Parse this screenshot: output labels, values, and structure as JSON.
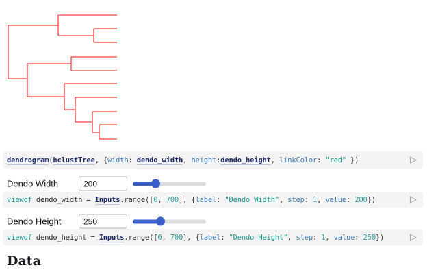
{
  "icons": {
    "run": "▷"
  },
  "colors": {
    "link_color": "#fa4040",
    "slider_accent": "#3a5fc8",
    "cell_bg": "#f4f4f4"
  },
  "chart_data": {
    "type": "dendrogram",
    "link_color_name": "red",
    "leaf_count": 10,
    "segments": [
      [
        12,
        37,
        12,
        115
      ],
      [
        12,
        37,
        85,
        37
      ],
      [
        12,
        115,
        40,
        115
      ],
      [
        85,
        22,
        85,
        52
      ],
      [
        85,
        22,
        171,
        22
      ],
      [
        85,
        52,
        137,
        52
      ],
      [
        137,
        42,
        137,
        62
      ],
      [
        137,
        42,
        171,
        42
      ],
      [
        137,
        62,
        171,
        62
      ],
      [
        40,
        93,
        40,
        141
      ],
      [
        40,
        93,
        104,
        93
      ],
      [
        104,
        83,
        104,
        103
      ],
      [
        104,
        83,
        171,
        83
      ],
      [
        104,
        103,
        171,
        103
      ],
      [
        40,
        141,
        94,
        141
      ],
      [
        94,
        122,
        94,
        160
      ],
      [
        94,
        122,
        171,
        122
      ],
      [
        94,
        160,
        110,
        160
      ],
      [
        110,
        142,
        110,
        178
      ],
      [
        110,
        142,
        171,
        142
      ],
      [
        110,
        178,
        135,
        178
      ],
      [
        135,
        163,
        135,
        193
      ],
      [
        135,
        163,
        171,
        163
      ],
      [
        135,
        193,
        145,
        193
      ],
      [
        145,
        182,
        145,
        203
      ],
      [
        145,
        182,
        171,
        182
      ],
      [
        145,
        203,
        171,
        203
      ]
    ]
  },
  "cells": [
    {
      "name": "dendrogram-call",
      "tokens": [
        {
          "c": "ref",
          "t": "dendrogram"
        },
        {
          "c": "plain",
          "t": "("
        },
        {
          "c": "ref",
          "t": "hclustTree"
        },
        {
          "c": "plain",
          "t": ", {"
        },
        {
          "c": "prop",
          "t": "width"
        },
        {
          "c": "plain",
          "t": ": "
        },
        {
          "c": "ref",
          "t": "dendo_width"
        },
        {
          "c": "plain",
          "t": ", "
        },
        {
          "c": "prop",
          "t": "height"
        },
        {
          "c": "plain",
          "t": ":"
        },
        {
          "c": "ref",
          "t": "dendo_height"
        },
        {
          "c": "plain",
          "t": ", "
        },
        {
          "c": "prop",
          "t": "linkColor"
        },
        {
          "c": "plain",
          "t": ": "
        },
        {
          "c": "str",
          "t": "\"red\""
        },
        {
          "c": "plain",
          "t": " })"
        }
      ]
    },
    {
      "name": "viewof-dendo-width",
      "tokens": [
        {
          "c": "kw",
          "t": "viewof"
        },
        {
          "c": "plain",
          "t": " dendo_width "
        },
        {
          "c": "plain",
          "t": "= "
        },
        {
          "c": "ref",
          "t": "Inputs"
        },
        {
          "c": "plain",
          "t": ".range(["
        },
        {
          "c": "num",
          "t": "0"
        },
        {
          "c": "plain",
          "t": ", "
        },
        {
          "c": "num",
          "t": "700"
        },
        {
          "c": "plain",
          "t": "], {"
        },
        {
          "c": "prop",
          "t": "label"
        },
        {
          "c": "plain",
          "t": ": "
        },
        {
          "c": "str",
          "t": "\"Dendo Width\""
        },
        {
          "c": "plain",
          "t": ", "
        },
        {
          "c": "prop",
          "t": "step"
        },
        {
          "c": "plain",
          "t": ": "
        },
        {
          "c": "num",
          "t": "1"
        },
        {
          "c": "plain",
          "t": ", "
        },
        {
          "c": "prop",
          "t": "value"
        },
        {
          "c": "plain",
          "t": ": "
        },
        {
          "c": "num",
          "t": "200"
        },
        {
          "c": "plain",
          "t": "})"
        }
      ]
    },
    {
      "name": "viewof-dendo-height",
      "tokens": [
        {
          "c": "kw",
          "t": "viewof"
        },
        {
          "c": "plain",
          "t": " dendo_height "
        },
        {
          "c": "plain",
          "t": "= "
        },
        {
          "c": "ref",
          "t": "Inputs"
        },
        {
          "c": "plain",
          "t": ".range(["
        },
        {
          "c": "num",
          "t": "0"
        },
        {
          "c": "plain",
          "t": ", "
        },
        {
          "c": "num",
          "t": "700"
        },
        {
          "c": "plain",
          "t": "], {"
        },
        {
          "c": "prop",
          "t": "label"
        },
        {
          "c": "plain",
          "t": ": "
        },
        {
          "c": "str",
          "t": "\"Dendo Height\""
        },
        {
          "c": "plain",
          "t": ", "
        },
        {
          "c": "prop",
          "t": "step"
        },
        {
          "c": "plain",
          "t": ": "
        },
        {
          "c": "num",
          "t": "1"
        },
        {
          "c": "plain",
          "t": ", "
        },
        {
          "c": "prop",
          "t": "value"
        },
        {
          "c": "plain",
          "t": ": "
        },
        {
          "c": "num",
          "t": "250"
        },
        {
          "c": "plain",
          "t": "})"
        }
      ]
    }
  ],
  "sliders": [
    {
      "label": "Dendo Width",
      "value": "200",
      "min": 0,
      "max": 700
    },
    {
      "label": "Dendo Height",
      "value": "250",
      "min": 0,
      "max": 700
    }
  ],
  "heading": {
    "text": "Data"
  }
}
